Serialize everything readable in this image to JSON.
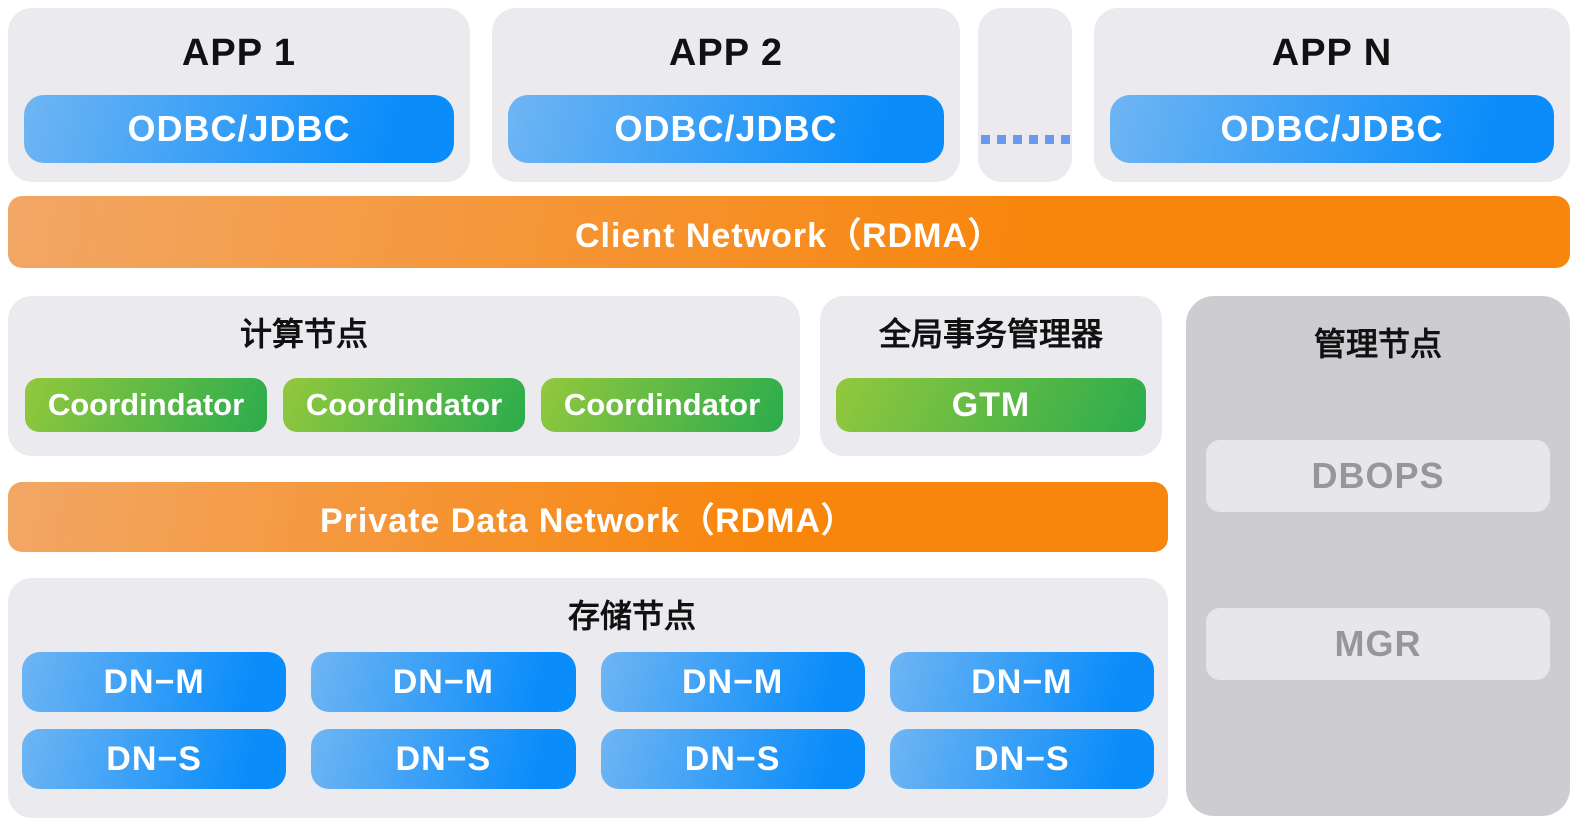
{
  "colors": {
    "panel_light": "#EBEAEE",
    "panel_gray": "#CDCCD0",
    "inner_gray_bg": "#E7E6EA",
    "inner_gray_text": "#97979B",
    "title_text": "#111111",
    "blue_start": "#6FB5F3",
    "blue_end": "#0A8CFA",
    "orange_start": "#F2A765",
    "orange_end": "#F8860D",
    "green_start": "#93C83D",
    "green_end": "#2BAC4D",
    "dots_color": "#6B97EF"
  },
  "apps": [
    {
      "title": "APP 1",
      "driver": "ODBC/JDBC"
    },
    {
      "title": "APP 2",
      "driver": "ODBC/JDBC"
    },
    {
      "title": "APP N",
      "driver": "ODBC/JDBC"
    }
  ],
  "ellipsis": {
    "dot_count": 6
  },
  "client_network": {
    "label": "Client Network（RDMA）"
  },
  "compute": {
    "title": "计算节点",
    "nodes": [
      "Coordindator",
      "Coordindator",
      "Coordindator"
    ]
  },
  "gtm": {
    "title": "全局事务管理器",
    "node": "GTM"
  },
  "management": {
    "title": "管理节点",
    "nodes": [
      "DBOPS",
      "MGR"
    ]
  },
  "private_network": {
    "label": "Private Data Network（RDMA）"
  },
  "storage": {
    "title": "存储节点",
    "master_nodes": [
      "DN−M",
      "DN−M",
      "DN−M",
      "DN−M"
    ],
    "standby_nodes": [
      "DN−S",
      "DN−S",
      "DN−S",
      "DN−S"
    ]
  }
}
